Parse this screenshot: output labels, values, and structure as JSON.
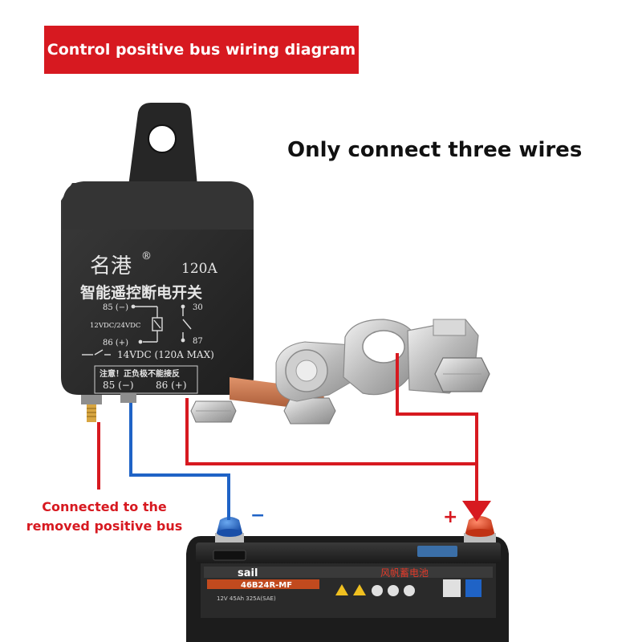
{
  "banner": {
    "title": "Control positive bus wiring diagram"
  },
  "headline": "Only connect three wires",
  "relay": {
    "brand": "名港",
    "registered": "®",
    "rating": "120A",
    "product_name": "智能遥控断电开关",
    "pin85_label": "85 (−)",
    "pin86_label": "86 (+)",
    "pin30_label": "30",
    "pin87_label": "87",
    "coil_voltage": "12VDC/24VDC",
    "max_rating": "14VDC (120A MAX)",
    "warning": "注意！正负极不能接反",
    "terminal85": "85 (−)",
    "terminal86": "86 (+)"
  },
  "annotation": {
    "line1": "Connected to the",
    "line2": "removed positive bus"
  },
  "battery": {
    "neg_sign": "−",
    "pos_sign": "+",
    "brand": "sail",
    "brand_cn": "风帆蓄电池",
    "model": "46B24R-MF",
    "spec": "12V 45Ah 325A(SAE)"
  },
  "colors": {
    "red": "#d71920",
    "blue": "#1f63c6",
    "relay_body": "#2b2b2b",
    "copper": "#c9764f"
  }
}
